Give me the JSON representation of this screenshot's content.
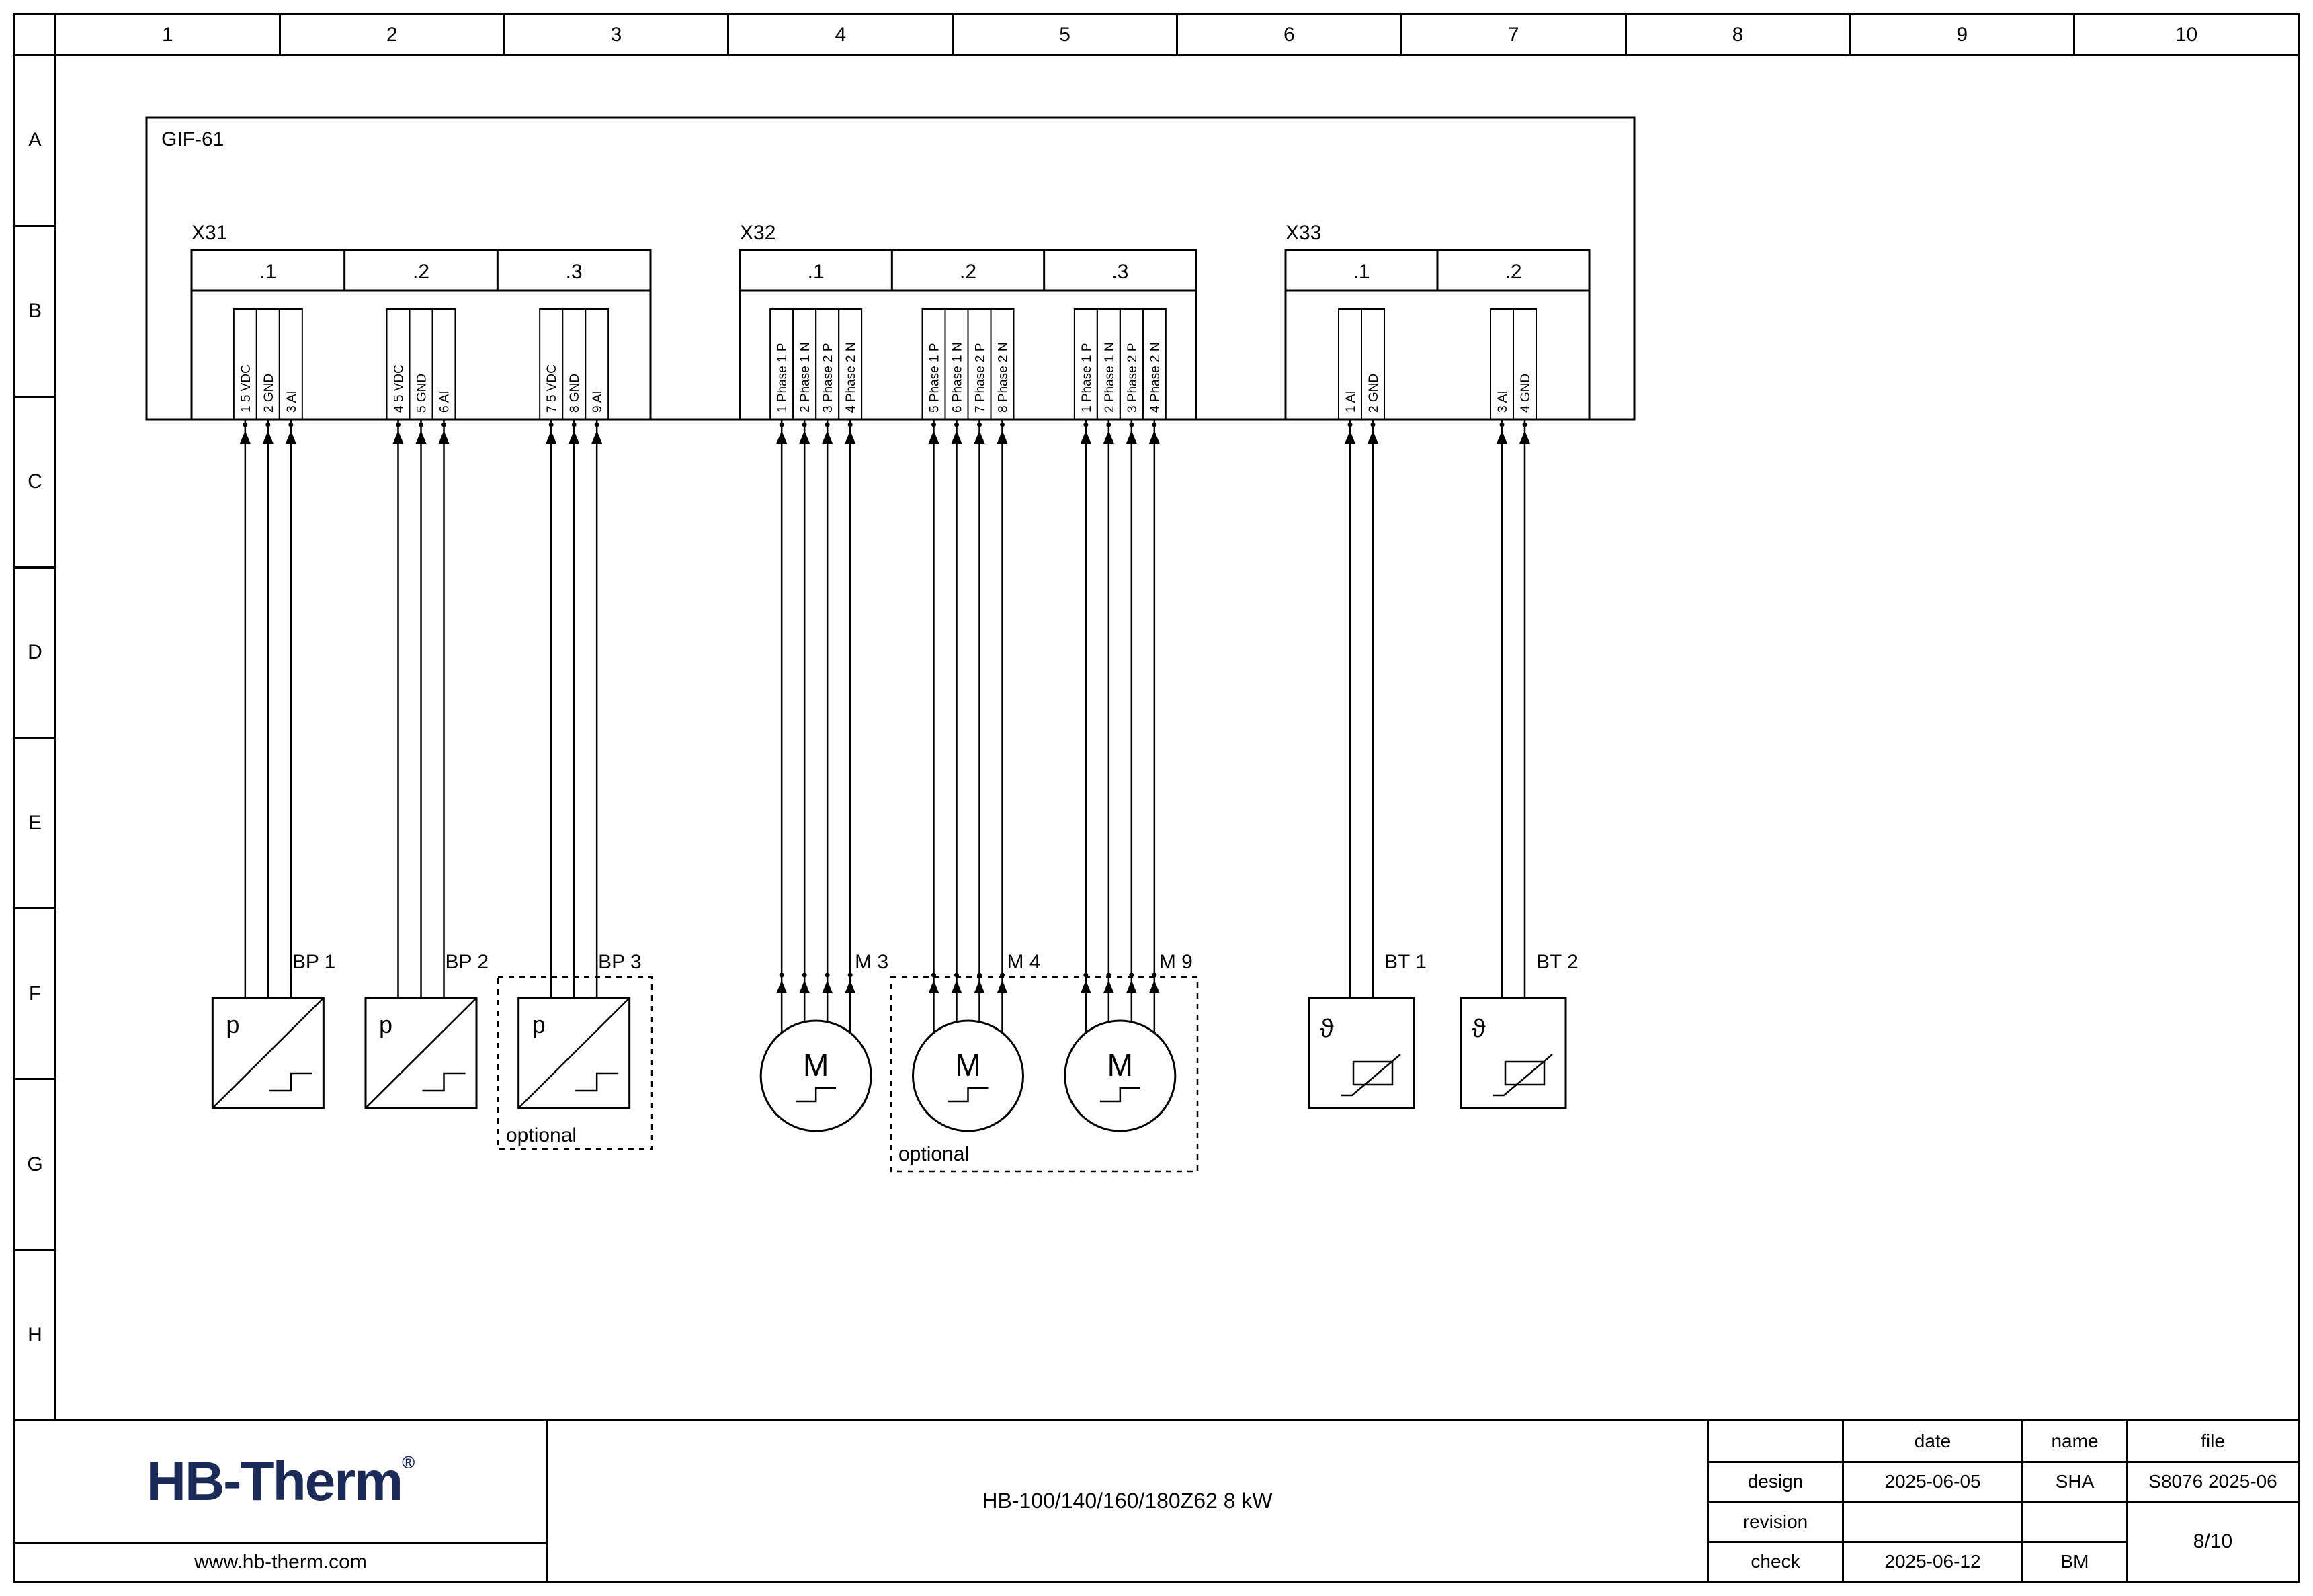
{
  "sheet": {
    "main_box_label": "GIF-61"
  },
  "rulers": {
    "columns": [
      "1",
      "2",
      "3",
      "4",
      "5",
      "6",
      "7",
      "8",
      "9",
      "10"
    ],
    "rows": [
      "A",
      "B",
      "C",
      "D",
      "E",
      "F",
      "G",
      "H"
    ]
  },
  "connectors": [
    {
      "name": "X31",
      "sections": [
        {
          "label": ".1",
          "device": "BP 1",
          "pins": [
            {
              "num": "1",
              "signal": "5 VDC"
            },
            {
              "num": "2",
              "signal": "GND"
            },
            {
              "num": "3",
              "signal": "AI"
            }
          ]
        },
        {
          "label": ".2",
          "device": "BP 2",
          "pins": [
            {
              "num": "4",
              "signal": "5 VDC"
            },
            {
              "num": "5",
              "signal": "GND"
            },
            {
              "num": "6",
              "signal": "AI"
            }
          ]
        },
        {
          "label": ".3",
          "device": "BP 3",
          "pins": [
            {
              "num": "7",
              "signal": "5 VDC"
            },
            {
              "num": "8",
              "signal": "GND"
            },
            {
              "num": "9",
              "signal": "AI"
            }
          ]
        }
      ]
    },
    {
      "name": "X32",
      "sections": [
        {
          "label": ".1",
          "device": "M 3",
          "pins": [
            {
              "num": "1",
              "signal": "Phase 1 P"
            },
            {
              "num": "2",
              "signal": "Phase 1 N"
            },
            {
              "num": "3",
              "signal": "Phase 2 P"
            },
            {
              "num": "4",
              "signal": "Phase 2 N"
            }
          ]
        },
        {
          "label": ".2",
          "device": "M 4",
          "pins": [
            {
              "num": "5",
              "signal": "Phase 1 P"
            },
            {
              "num": "6",
              "signal": "Phase 1 N"
            },
            {
              "num": "7",
              "signal": "Phase 2 P"
            },
            {
              "num": "8",
              "signal": "Phase 2 N"
            }
          ]
        },
        {
          "label": ".3",
          "device": "M 9",
          "pins": [
            {
              "num": "1",
              "signal": "Phase 1 P"
            },
            {
              "num": "2",
              "signal": "Phase 1 N"
            },
            {
              "num": "3",
              "signal": "Phase 2 P"
            },
            {
              "num": "4",
              "signal": "Phase 2 N"
            }
          ]
        }
      ]
    },
    {
      "name": "X33",
      "sections": [
        {
          "label": ".1",
          "device": "BT 1",
          "pins": [
            {
              "num": "1",
              "signal": "AI"
            },
            {
              "num": "2",
              "signal": "GND"
            }
          ]
        },
        {
          "label": ".2",
          "device": "BT 2",
          "pins": [
            {
              "num": "3",
              "signal": "AI"
            },
            {
              "num": "4",
              "signal": "GND"
            }
          ]
        }
      ]
    }
  ],
  "devices": [
    {
      "id": "BP 1",
      "type": "pressure-sensor",
      "symbol_letter": "p"
    },
    {
      "id": "BP 2",
      "type": "pressure-sensor",
      "symbol_letter": "p"
    },
    {
      "id": "BP 3",
      "type": "pressure-sensor",
      "symbol_letter": "p",
      "optional": true
    },
    {
      "id": "M 3",
      "type": "motor",
      "symbol_letter": "M"
    },
    {
      "id": "M 4",
      "type": "motor",
      "symbol_letter": "M",
      "optional": true
    },
    {
      "id": "M 9",
      "type": "motor",
      "symbol_letter": "M",
      "optional": true
    },
    {
      "id": "BT 1",
      "type": "temperature-sensor",
      "symbol_letter": "ϑ"
    },
    {
      "id": "BT 2",
      "type": "temperature-sensor",
      "symbol_letter": "ϑ"
    }
  ],
  "optional_labels": [
    "optional",
    "optional"
  ],
  "title_block": {
    "logo": "HB-Therm",
    "logo_reg": "®",
    "website": "www.hb-therm.com",
    "drawing_title": "HB-100/140/160/180Z62 8 kW",
    "colors": {
      "logo_navy": "#1b2a56",
      "line": "#000000"
    },
    "table": {
      "col_headers": {
        "date": "date",
        "name": "name",
        "file": "file"
      },
      "design": {
        "label": "design",
        "date": "2025-06-05",
        "name": "SHA",
        "file": "S8076 2025-06"
      },
      "revision": {
        "label": "revision",
        "date": "",
        "name": ""
      },
      "check": {
        "label": "check",
        "date": "2025-06-12",
        "name": "BM"
      },
      "page": "8/10"
    }
  }
}
